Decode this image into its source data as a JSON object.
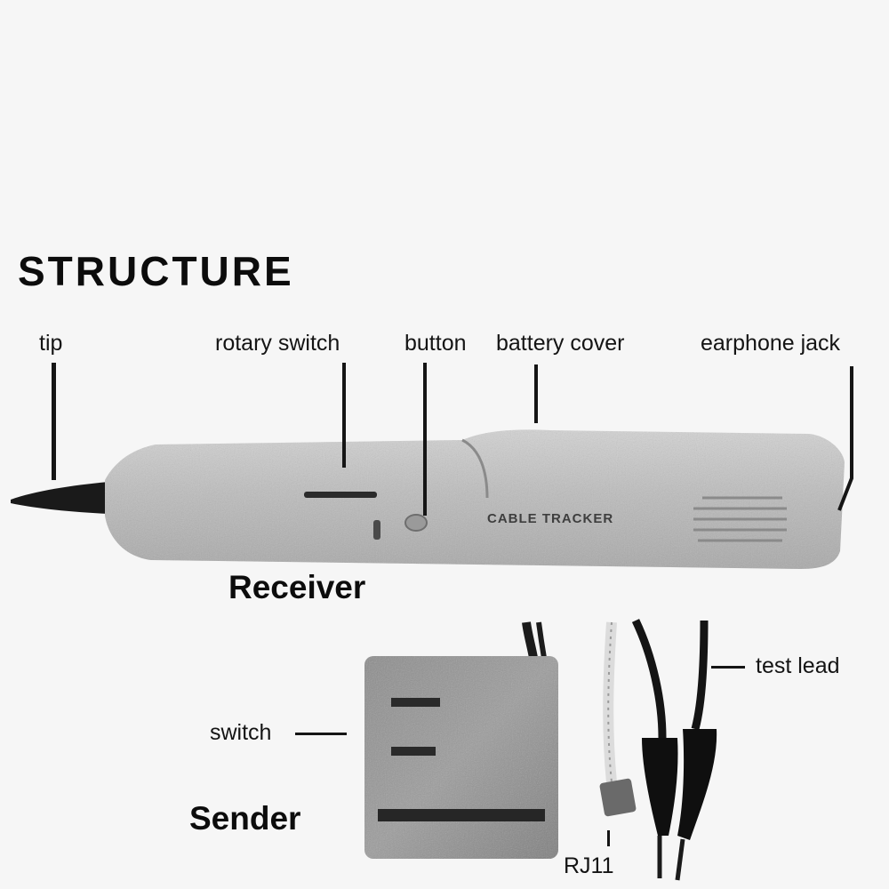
{
  "diagram": {
    "title": "STRUCTURE",
    "receiver": {
      "caption": "Receiver",
      "labels": {
        "tip": "tip",
        "rotary_switch": "rotary switch",
        "button": "button",
        "battery_cover": "battery cover",
        "earphone_jack": "earphone jack"
      },
      "body_text": "CABLE TRACKER"
    },
    "sender": {
      "caption": "Sender",
      "labels": {
        "switch": "switch",
        "test_lead": "test lead",
        "rj11": "RJ11"
      }
    }
  }
}
